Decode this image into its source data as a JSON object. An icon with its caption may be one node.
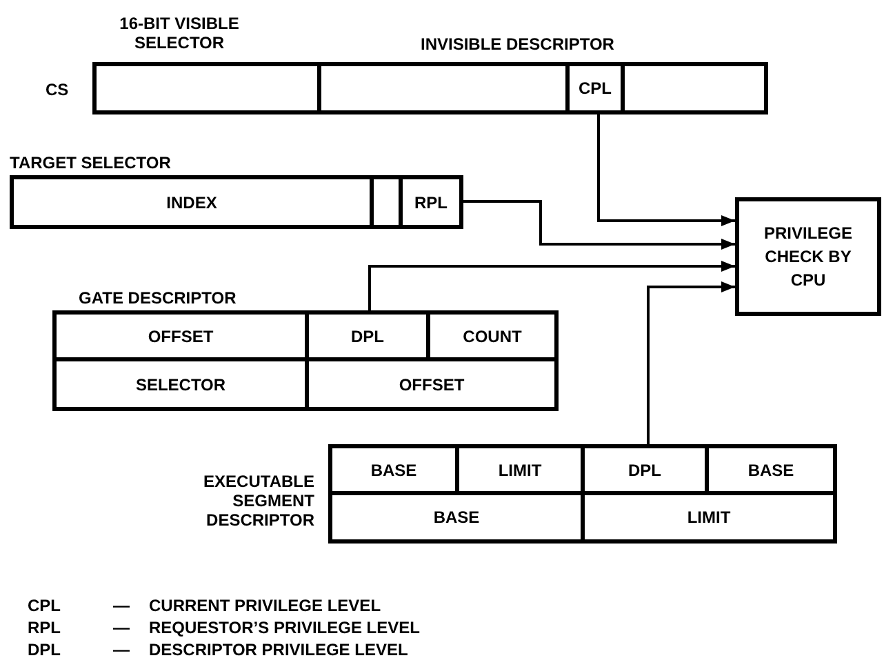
{
  "diagram": {
    "nodes": [
      {
        "text": [
          "CS"
        ]
      },
      {
        "text": [],
        "shape": "box",
        "in": 0
      },
      {
        "text": [],
        "shape": "box",
        "in": 0
      },
      {
        "text": [
          "CPL"
        ],
        "in": 0
      },
      {
        "text": [],
        "shape": "box",
        "in": 0
      },
      {
        "text": [
          "TARGET SELECTOR"
        ]
      },
      {
        "text": [
          "INDEX"
        ],
        "in": 5
      },
      {
        "text": [],
        "shape": "box",
        "in": 5
      },
      {
        "text": [
          "RPL"
        ],
        "in": 5
      },
      {
        "text": [
          "PRIVILEGE CHECK BY CPU"
        ]
      },
      {
        "text": [
          "GATE DESCRIPTOR"
        ]
      },
      {
        "text": [
          "OFFSET"
        ],
        "in": 10
      },
      {
        "text": [
          "DPL"
        ],
        "in": 10
      },
      {
        "text": [
          "COUNT"
        ],
        "in": 10
      },
      {
        "text": [
          "SELECTOR"
        ],
        "in": 10
      },
      {
        "text": [
          "OFFSET"
        ],
        "in": 10
      },
      {
        "text": [
          "EXECUTABLE SEGMENT DESCRIPTOR"
        ]
      },
      {
        "text": [
          "BASE"
        ],
        "in": 16
      },
      {
        "text": [
          "LIMIT"
        ],
        "in": 16
      },
      {
        "text": [
          "DPL"
        ],
        "in": 16
      },
      {
        "text": [
          "BASE"
        ],
        "in": 16
      },
      {
        "text": [
          "BASE"
        ],
        "in": 16
      },
      {
        "text": [
          "LIMIT"
        ],
        "in": 16
      }
    ],
    "edges": [
      {
        "from": 3,
        "to": 9,
        "arrow": "to"
      },
      {
        "from": 8,
        "to": 9,
        "arrow": "to"
      },
      {
        "from": 12,
        "to": 9,
        "arrow": "to"
      },
      {
        "from": 19,
        "to": 9,
        "arrow": "to"
      }
    ],
    "labels": [
      "16-BIT VISIBLE SELECTOR",
      "INVISIBLE DESCRIPTOR",
      "CPL",
      "—",
      "CURRENT PRIVILEGE LEVEL",
      "RPL",
      "—",
      "REQUESTOR’S PRIVILEGE LEVEL",
      "DPL",
      "—",
      "DESCRIPTOR PRIVILEGE LEVEL"
    ]
  }
}
